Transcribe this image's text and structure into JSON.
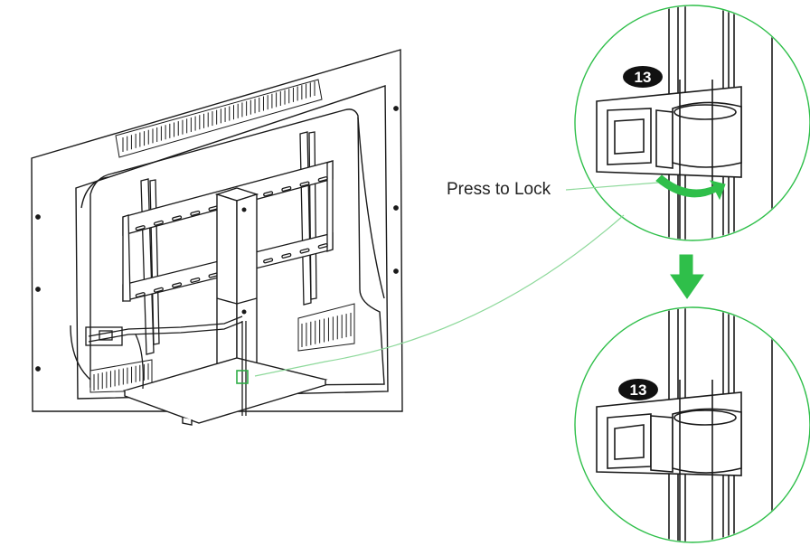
{
  "callout": {
    "label": "Press to Lock"
  },
  "step_badge_top": "13",
  "step_badge_bottom": "13",
  "colors": {
    "accent_green": "#2fbf4a",
    "leader_line": "#8ed99b",
    "outline": "#1a1a1a",
    "badge_fill": "#111111"
  },
  "icons": {
    "rotate_arrow": "curved-arrow-icon",
    "down_arrow": "down-arrow-icon"
  }
}
